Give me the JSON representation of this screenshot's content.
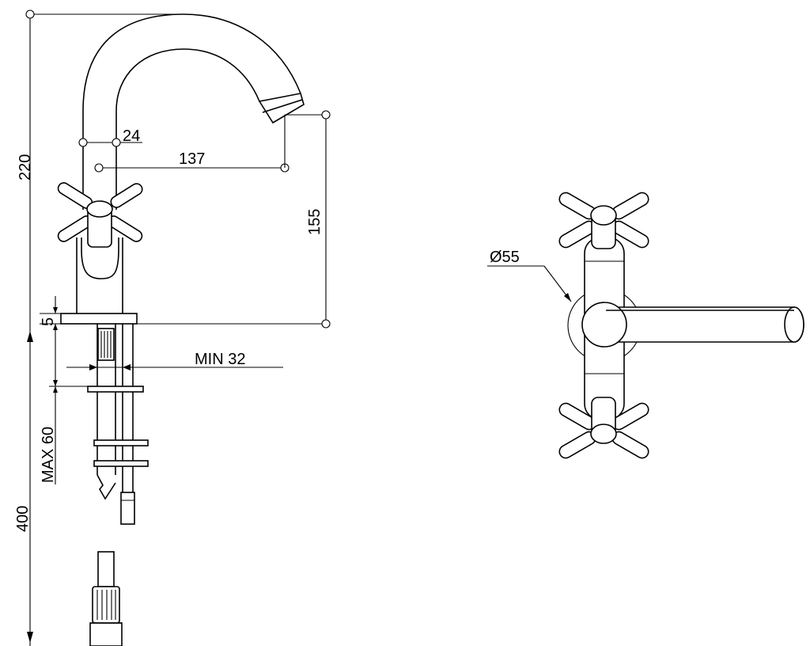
{
  "dimensions": {
    "height_total": "220",
    "spout_diameter": "24",
    "reach": "137",
    "spout_height": "155",
    "base_thickness": "5",
    "deck_hole": "MIN 32",
    "deck_thickness": "MAX 60",
    "hose_length": "400",
    "rosette_diameter": "Ø55"
  },
  "colors": {
    "line": "#000000",
    "background": "#ffffff"
  }
}
